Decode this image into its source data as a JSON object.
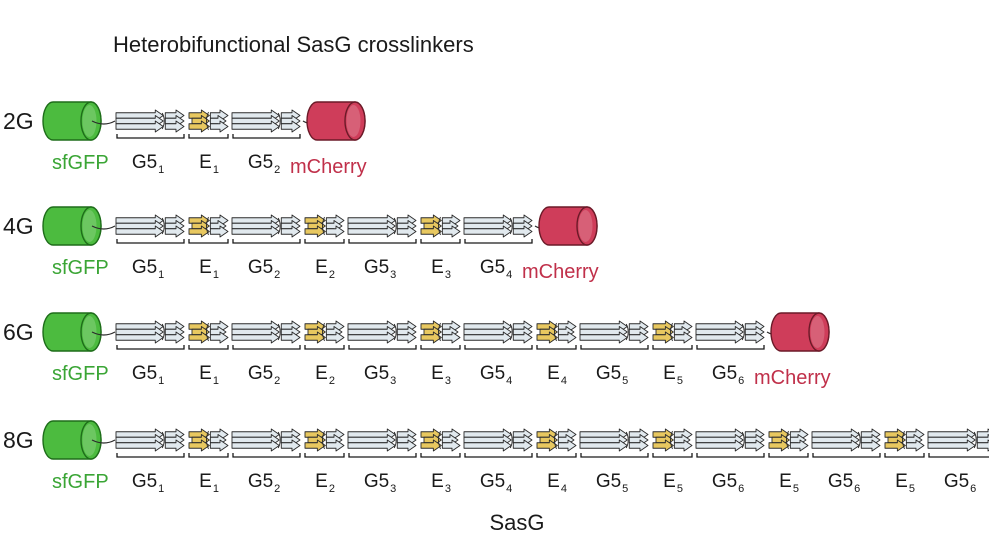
{
  "title": "Heterobifunctional SasG crosslinkers",
  "axis_label": "SasG",
  "colors": {
    "gfp_fill": "#4cbb3f",
    "gfp_stroke": "#1e6d1a",
    "gfp_text": "#3aa535",
    "mcherry_fill": "#cf3d5a",
    "mcherry_stroke": "#6b1a28",
    "mcherry_text": "#c0304a",
    "g5_fill": "#e1e9ee",
    "e_fill": "#e8c860",
    "strand_stroke": "#2b2b2b"
  },
  "constructs": [
    {
      "name": "2G",
      "start_label": "sfGFP",
      "end_label": "mCherry",
      "segments": [
        {
          "type": "G5",
          "base": "G5",
          "sub": "1"
        },
        {
          "type": "E",
          "base": "E",
          "sub": "1"
        },
        {
          "type": "G5",
          "base": "G5",
          "sub": "2"
        }
      ]
    },
    {
      "name": "4G",
      "start_label": "sfGFP",
      "end_label": "mCherry",
      "segments": [
        {
          "type": "G5",
          "base": "G5",
          "sub": "1"
        },
        {
          "type": "E",
          "base": "E",
          "sub": "1"
        },
        {
          "type": "G5",
          "base": "G5",
          "sub": "2"
        },
        {
          "type": "E",
          "base": "E",
          "sub": "2"
        },
        {
          "type": "G5",
          "base": "G5",
          "sub": "3"
        },
        {
          "type": "E",
          "base": "E",
          "sub": "3"
        },
        {
          "type": "G5",
          "base": "G5",
          "sub": "4"
        }
      ]
    },
    {
      "name": "6G",
      "start_label": "sfGFP",
      "end_label": "mCherry",
      "segments": [
        {
          "type": "G5",
          "base": "G5",
          "sub": "1"
        },
        {
          "type": "E",
          "base": "E",
          "sub": "1"
        },
        {
          "type": "G5",
          "base": "G5",
          "sub": "2"
        },
        {
          "type": "E",
          "base": "E",
          "sub": "2"
        },
        {
          "type": "G5",
          "base": "G5",
          "sub": "3"
        },
        {
          "type": "E",
          "base": "E",
          "sub": "3"
        },
        {
          "type": "G5",
          "base": "G5",
          "sub": "4"
        },
        {
          "type": "E",
          "base": "E",
          "sub": "4"
        },
        {
          "type": "G5",
          "base": "G5",
          "sub": "5"
        },
        {
          "type": "E",
          "base": "E",
          "sub": "5"
        },
        {
          "type": "G5",
          "base": "G5",
          "sub": "6"
        }
      ]
    },
    {
      "name": "8G",
      "start_label": "sfGFP",
      "end_label": "",
      "segments": [
        {
          "type": "G5",
          "base": "G5",
          "sub": "1"
        },
        {
          "type": "E",
          "base": "E",
          "sub": "1"
        },
        {
          "type": "G5",
          "base": "G5",
          "sub": "2"
        },
        {
          "type": "E",
          "base": "E",
          "sub": "2"
        },
        {
          "type": "G5",
          "base": "G5",
          "sub": "3"
        },
        {
          "type": "E",
          "base": "E",
          "sub": "3"
        },
        {
          "type": "G5",
          "base": "G5",
          "sub": "4"
        },
        {
          "type": "E",
          "base": "E",
          "sub": "4"
        },
        {
          "type": "G5",
          "base": "G5",
          "sub": "5"
        },
        {
          "type": "E",
          "base": "E",
          "sub": "5"
        },
        {
          "type": "G5",
          "base": "G5",
          "sub": "6"
        },
        {
          "type": "E",
          "base": "E",
          "sub": "5"
        },
        {
          "type": "G5",
          "base": "G5",
          "sub": "6"
        },
        {
          "type": "E",
          "base": "E",
          "sub": "5"
        },
        {
          "type": "G5",
          "base": "G5",
          "sub": "6"
        }
      ]
    }
  ]
}
